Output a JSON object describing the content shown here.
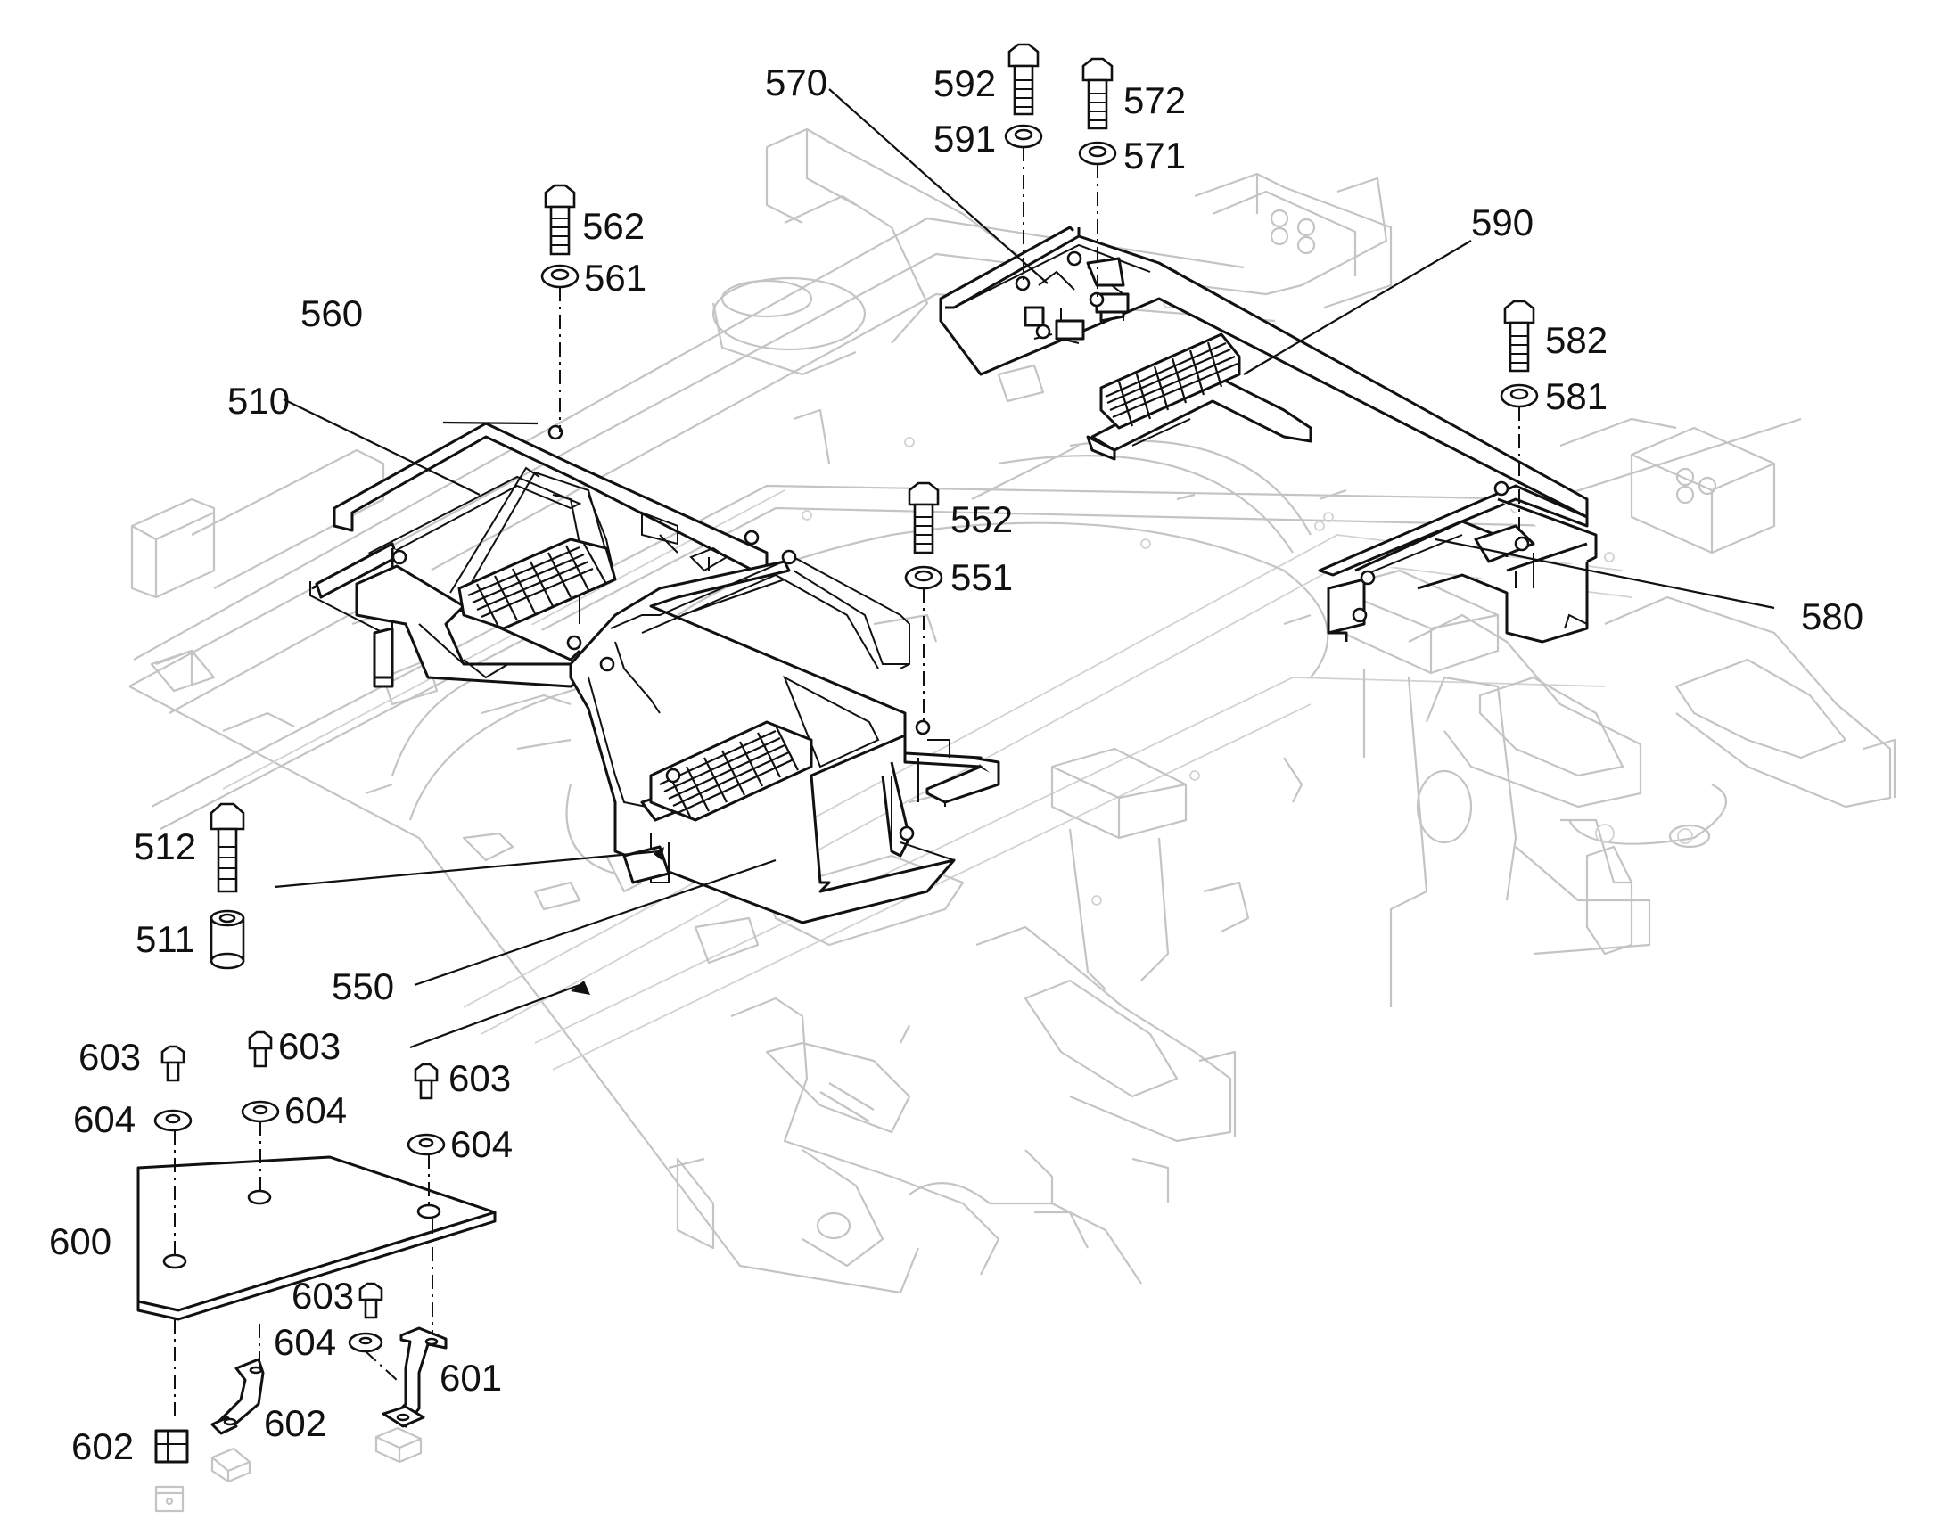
{
  "callouts": [
    {
      "id": "c510",
      "text": "510"
    },
    {
      "id": "c511",
      "text": "511"
    },
    {
      "id": "c512",
      "text": "512"
    },
    {
      "id": "c550",
      "text": "550"
    },
    {
      "id": "c551",
      "text": "551"
    },
    {
      "id": "c552",
      "text": "552"
    },
    {
      "id": "c560",
      "text": "560"
    },
    {
      "id": "c561",
      "text": "561"
    },
    {
      "id": "c562",
      "text": "562"
    },
    {
      "id": "c570",
      "text": "570"
    },
    {
      "id": "c571",
      "text": "571"
    },
    {
      "id": "c572",
      "text": "572"
    },
    {
      "id": "c580",
      "text": "580"
    },
    {
      "id": "c581",
      "text": "581"
    },
    {
      "id": "c582",
      "text": "582"
    },
    {
      "id": "c590",
      "text": "590"
    },
    {
      "id": "c591",
      "text": "591"
    },
    {
      "id": "c592",
      "text": "592"
    },
    {
      "id": "c600",
      "text": "600"
    },
    {
      "id": "c601",
      "text": "601"
    },
    {
      "id": "c602a",
      "text": "602"
    },
    {
      "id": "c602b",
      "text": "602"
    },
    {
      "id": "c603a",
      "text": "603"
    },
    {
      "id": "c603b",
      "text": "603"
    },
    {
      "id": "c603c",
      "text": "603"
    },
    {
      "id": "c603d",
      "text": "603"
    },
    {
      "id": "c604a",
      "text": "604"
    },
    {
      "id": "c604b",
      "text": "604"
    },
    {
      "id": "c604c",
      "text": "604"
    },
    {
      "id": "c604d",
      "text": "604"
    }
  ],
  "colors": {
    "line": "#111111",
    "frame_ghost": "#c4c4c4",
    "background": "#ffffff"
  }
}
